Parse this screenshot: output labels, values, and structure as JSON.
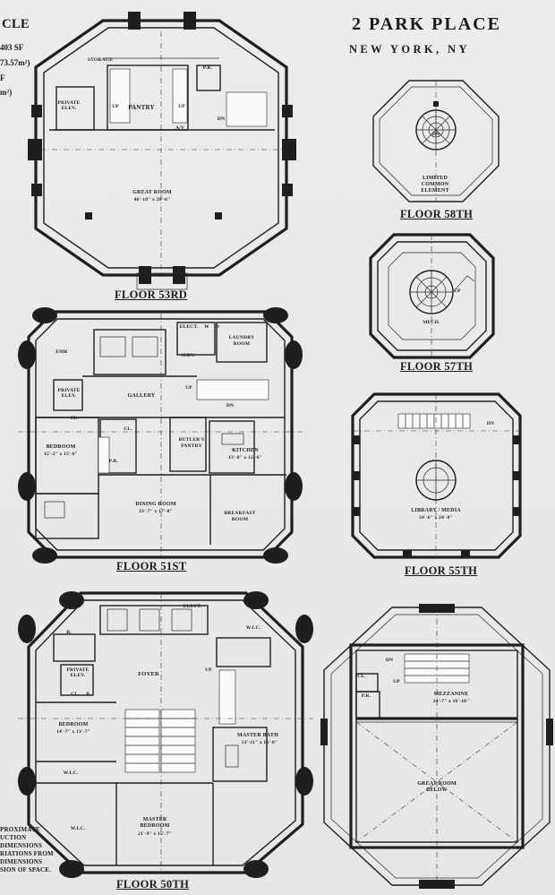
{
  "header": {
    "building": "2 PARK PLACE",
    "location": "NEW YORK, NY",
    "left_clip": [
      "CLE",
      "403 SF",
      "73.57m²)",
      "F",
      "m²)"
    ]
  },
  "floors": [
    {
      "id": "53rd",
      "caption": "FLOOR 53RD",
      "rooms": [
        "STORAGE",
        "P.R.",
        "PANTRY",
        "PRIVATE ELEV.",
        "UP",
        "UP",
        "DN",
        "A/V",
        "GREAT ROOM"
      ],
      "dims": "48'-10\" x 28'-6\""
    },
    {
      "id": "58th",
      "caption": "FLOOR 58TH",
      "rooms": [
        "DN",
        "LIMITED COMMON ELEMENT"
      ]
    },
    {
      "id": "57th",
      "caption": "FLOOR 57TH",
      "rooms": [
        "UP",
        "MECH."
      ]
    },
    {
      "id": "55th",
      "caption": "FLOOR 55TH",
      "rooms": [
        "DN",
        "LIBRARY / MEDIA"
      ],
      "dims": "24'-6\" x 24'-8\""
    },
    {
      "id": "51st",
      "caption": "FLOOR 51ST",
      "rooms": [
        "ELECT.",
        "W",
        "D",
        "LAUNDRY ROOM",
        "EMR",
        "SERV.",
        "PRIVATE ELEV.",
        "GALLERY",
        "UP",
        "DN",
        "CL.",
        "BEDROOM",
        "CL.",
        "P.R.",
        "BUTLER'S PANTRY",
        "KITCHEN",
        "DINING ROOM",
        "BREAKFAST ROOM"
      ],
      "dims": {
        "bedroom": "15'-2\" x 15'-6\"",
        "kitchen": "13'-8\" x 12'-6\"",
        "dining": "23'-7\" x 17'-0\""
      }
    },
    {
      "id": "50th",
      "caption": "FLOOR 50TH",
      "rooms": [
        "ELECT.",
        "W.I.C.",
        "B.",
        "PRIVATE ELEV.",
        "FOYER",
        "UP",
        "CL.",
        "B.",
        "BEDROOM",
        "W.I.C.",
        "MASTER BATH",
        "W.I.C.",
        "MASTER BEDROOM"
      ],
      "dims": {
        "bedroom": "14'-7\" x 13'-7\"",
        "master_bath": "13'-11\" x 16'-0\"",
        "master_bedroom": "21'-9\" x 15'-7\""
      }
    },
    {
      "id": "mezz",
      "caption": "",
      "rooms": [
        "DN",
        "CL.",
        "UP",
        "P.R.",
        "MEZZANINE",
        "GREAT ROOM BELOW"
      ],
      "dims": "34'-7\" x 16'-10\""
    }
  ],
  "footnote": [
    "PROXIMATE",
    "UCTION",
    "DIMENSIONS",
    "RIATIONS FROM",
    "DIMENSIONS",
    "SION OF SPACE."
  ]
}
